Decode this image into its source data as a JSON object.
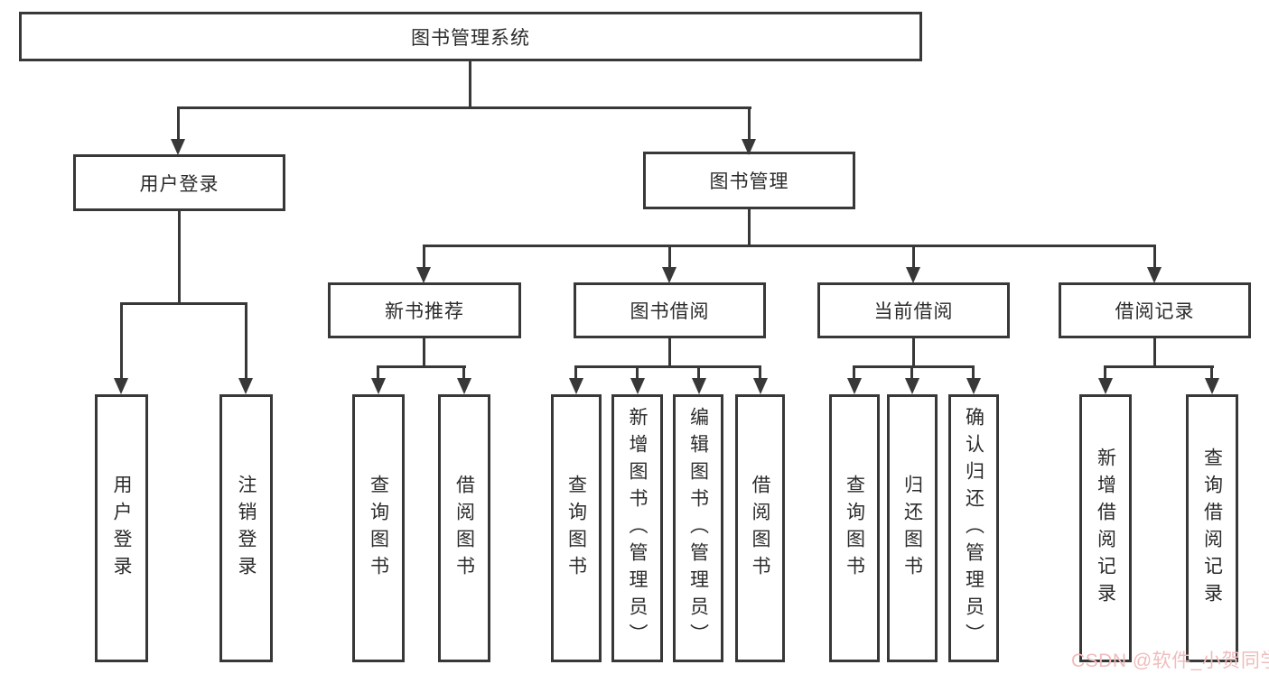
{
  "diagram": {
    "nodes": {
      "root": "图书管理系统",
      "user_login": "用户登录",
      "book_mgmt": "图书管理",
      "new_book": "新书推荐",
      "book_borrow": "图书借阅",
      "current_borrow": "当前借阅",
      "borrow_record": "借阅记录",
      "leaf_user_login": "用户登录",
      "leaf_logout": "注销登录",
      "nb_query": "查询图书",
      "nb_borrow": "借阅图书",
      "bb_query": "查询图书",
      "bb_add": "新增图书（管理员）",
      "bb_edit": "编辑图书（管理员）",
      "bb_borrow": "借阅图书",
      "cb_query": "查询图书",
      "cb_return": "归还图书",
      "cb_confirm": "确认归还（管理员）",
      "br_add": "新增借阅记录",
      "br_query": "查询借阅记录"
    },
    "colors": {
      "line": "#383838",
      "text": "#2b2b2b",
      "background": "#ffffff"
    }
  },
  "watermark": {
    "text": "CSDN @软件_小贺同学",
    "color": "#f0bcbc"
  }
}
